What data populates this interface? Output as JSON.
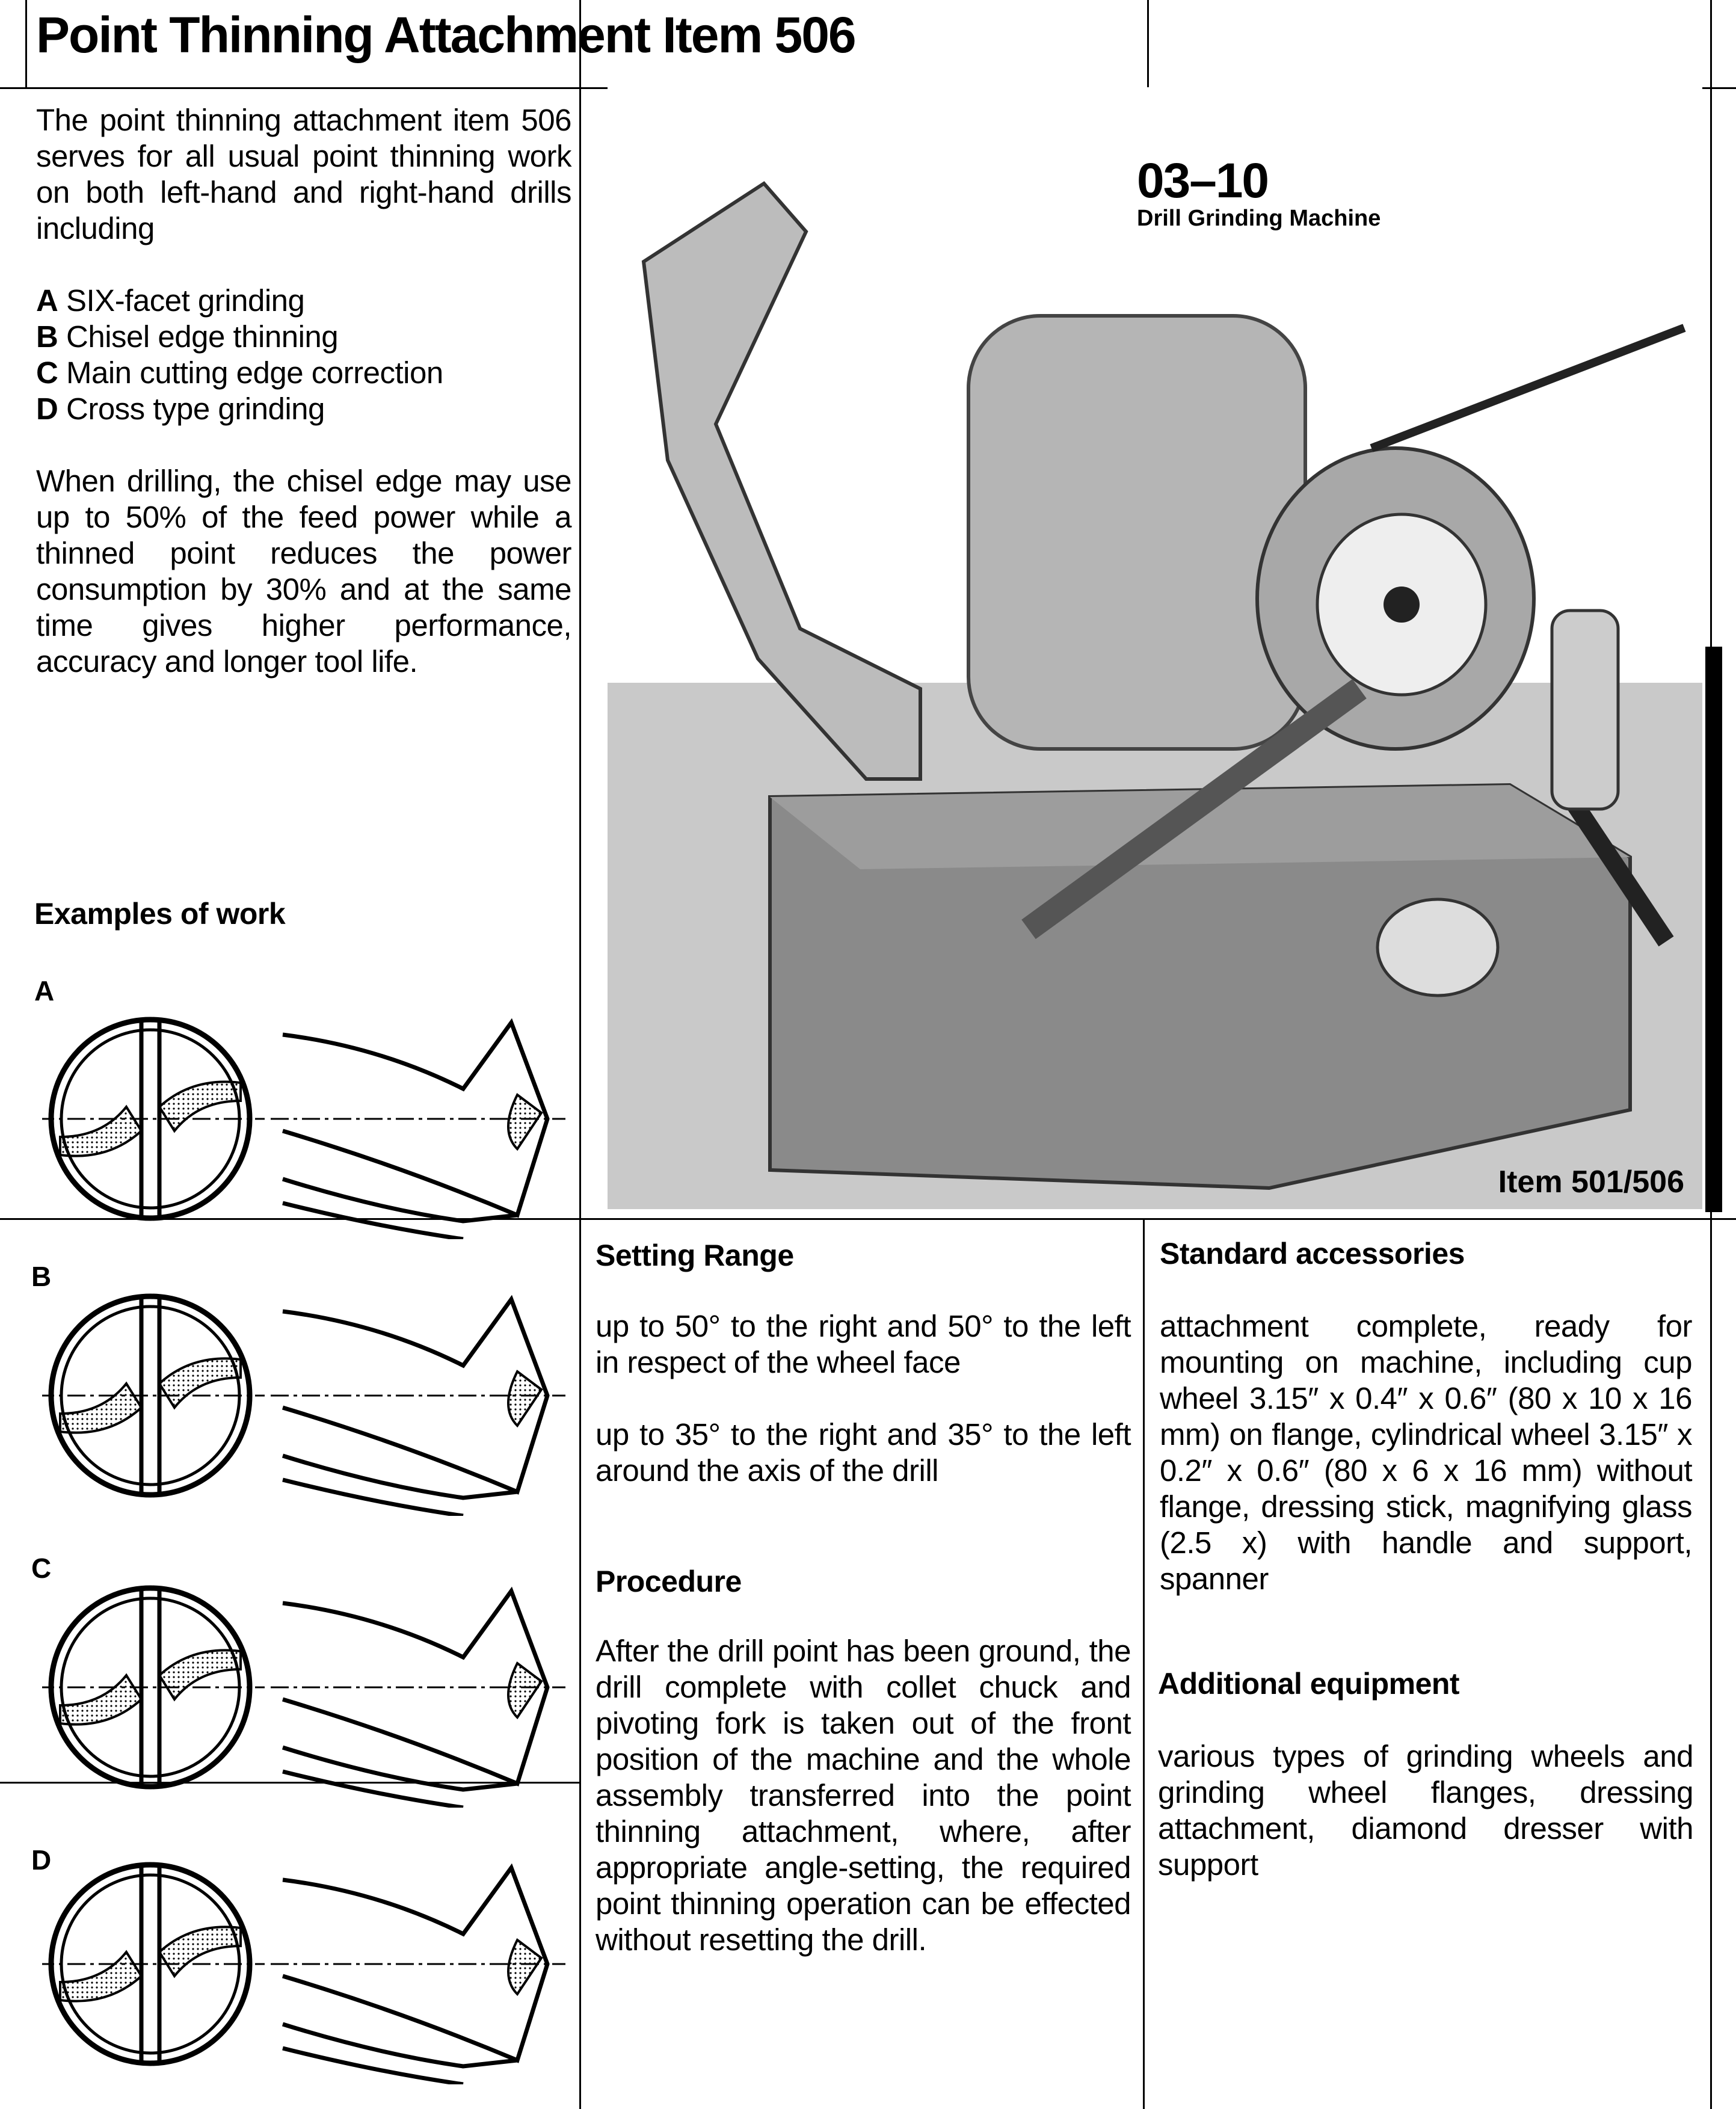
{
  "title": "Point Thinning Attachment Item 506",
  "intro": "The point thinning attachment item 506 serves for all usual point thinning work on both left-hand and right-hand drills including",
  "list": [
    {
      "letter": "A",
      "text": "SIX-facet grinding"
    },
    {
      "letter": "B",
      "text": "Chisel edge thinning"
    },
    {
      "letter": "C",
      "text": "Main cutting edge correction"
    },
    {
      "letter": "D",
      "text": "Cross type grinding"
    }
  ],
  "drilling": "When drilling, the chisel edge may use up to 50% of the feed power while a thinned point reduces the power consumption by 30% and at the same time gives higher performance, accuracy and longer tool life.",
  "photo": {
    "model": "03–10",
    "model_sub": "Drill Grinding Machine",
    "item": "Item 501/506"
  },
  "examples": {
    "heading": "Examples of work",
    "labels": [
      "A",
      "B",
      "C",
      "D"
    ]
  },
  "setting": {
    "heading": "Setting Range",
    "p1": "up to 50° to the right and 50° to the left in respect of the wheel face",
    "p2": "up to 35° to the right and 35° to the left around the axis of the drill"
  },
  "procedure": {
    "heading": "Procedure",
    "text": "After the drill point has been ground, the drill complete with collet chuck and pivoting fork is taken out of the front position of the machine and the whole assembly transferred into the point thinning attachment, where, after appropriate angle-setting, the required point thinning operation can be effected without resetting the drill."
  },
  "accessories": {
    "heading": "Standard accessories",
    "text": "attachment complete, ready for mounting on machine, including cup wheel 3.15″ x 0.4″ x 0.6″ (80 x 10 x 16 mm) on flange, cylindrical wheel 3.15″ x 0.2″ x 0.6″ (80 x 6 x 16 mm) without flange, dressing stick, magnifying glass (2.5 x) with handle and support, spanner"
  },
  "additional": {
    "heading": "Additional equipment",
    "text": "various types of grinding wheels and grinding wheel flanges, dressing attachment, diamond dresser with support"
  }
}
